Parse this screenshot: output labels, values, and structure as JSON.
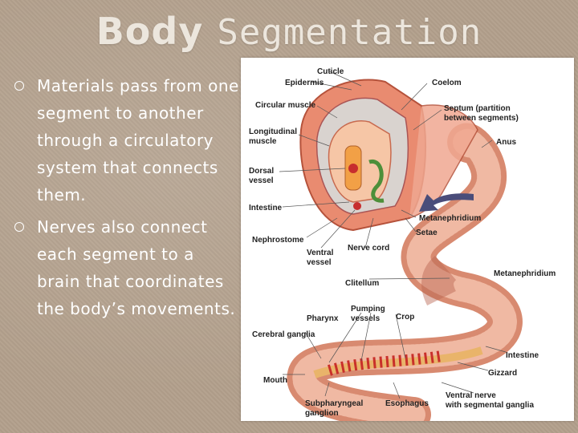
{
  "slide": {
    "title_part1": "Body",
    "title_part2": "Segmentation",
    "bullets": [
      "Materials pass from one segment to another through a circulatory system that connects them.",
      "Nerves also connect each segment to a brain that coordinates the body’s movements."
    ]
  },
  "figure": {
    "labels": {
      "cuticle": "Cuticle",
      "epidermis": "Epidermis",
      "coelom": "Coelom",
      "circular_muscle": "Circular muscle",
      "septum_1": "Septum (partition",
      "septum_2": "between segments)",
      "longitudinal_1": "Longitudinal",
      "longitudinal_2": "muscle",
      "anus": "Anus",
      "dorsal_1": "Dorsal",
      "dorsal_2": "vessel",
      "intestine_top": "Intestine",
      "metanephridium_top": "Metanephridium",
      "setae": "Setae",
      "nephrostome": "Nephrostome",
      "ventral_1": "Ventral",
      "ventral_2": "vessel",
      "nerve_cord": "Nerve cord",
      "clitellum": "Clitellum",
      "metanephridium_right": "Metanephridium",
      "pharynx": "Pharynx",
      "pumping_1": "Pumping",
      "pumping_2": "vessels",
      "crop": "Crop",
      "cerebral_ganglia": "Cerebral ganglia",
      "intestine_bottom": "Intestine",
      "mouth": "Mouth",
      "gizzard": "Gizzard",
      "subpharyngeal_1": "Subpharyngeal",
      "subpharyngeal_2": "ganglion",
      "esophagus": "Esophagus",
      "ventral_nerve_1": "Ventral nerve",
      "ventral_nerve_2": "with segmental ganglia"
    }
  }
}
